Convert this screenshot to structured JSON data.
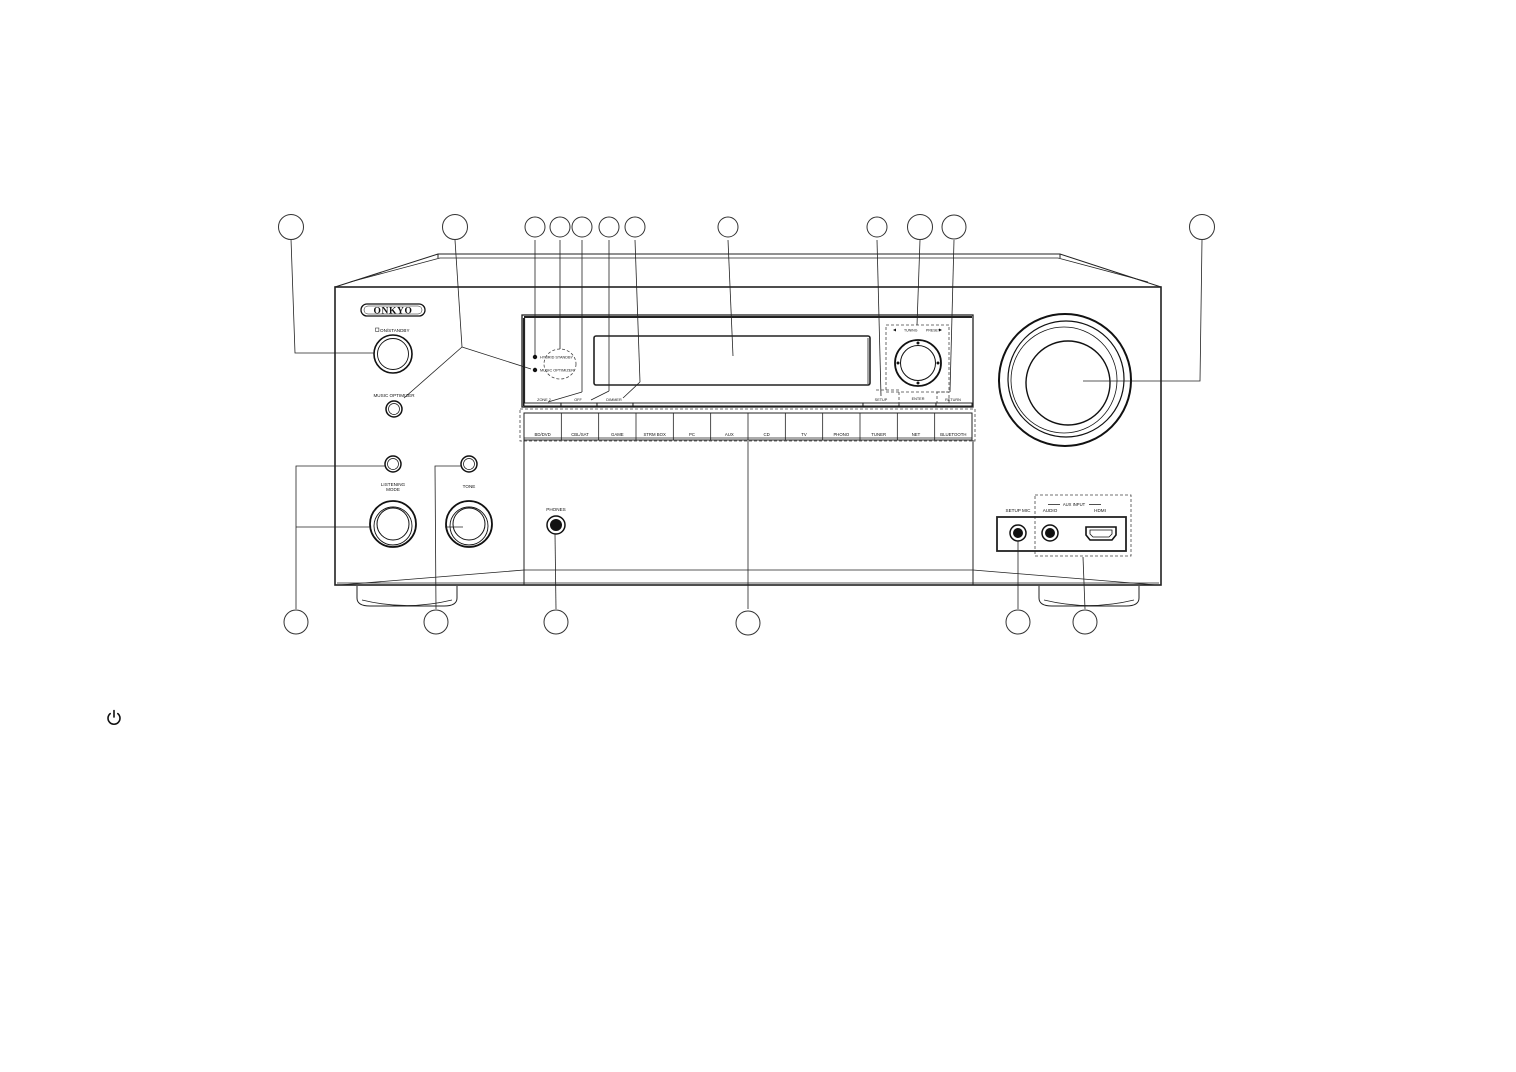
{
  "brand": "ONKYO",
  "front_panel": {
    "on_standby_label": "ON/STANDBY",
    "music_optimizer_label": "MUSIC OPTIMIZER",
    "indicators": [
      "HYBRID STANDBY",
      "MUSIC OPTIMIZER"
    ],
    "listening_mode_label_line1": "LISTENING",
    "listening_mode_label_line2": "MODE",
    "tone_label": "TONE",
    "phones_label": "PHONES",
    "setup_mic_label": "SETUP MIC",
    "aux_input_label": "AUX INPUT",
    "aux_audio_label": "AUDIO",
    "aux_hdmi_label": "HDMI",
    "tuning_label": "TUNING",
    "preset_label": "PRESET",
    "enter_label": "ENTER",
    "top_buttons": [
      "ZONE 2",
      "OFF",
      "DIMMER",
      "SETUP",
      "RETURN"
    ],
    "input_selectors": [
      "BD/DVD",
      "CBL/SAT",
      "GAME",
      "STRM BOX",
      "PC",
      "AUX",
      "CD",
      "TV",
      "PHONO",
      "TUNER",
      "NET",
      "BLUETOOTH"
    ]
  },
  "icons": {
    "standby": "power-icon"
  }
}
